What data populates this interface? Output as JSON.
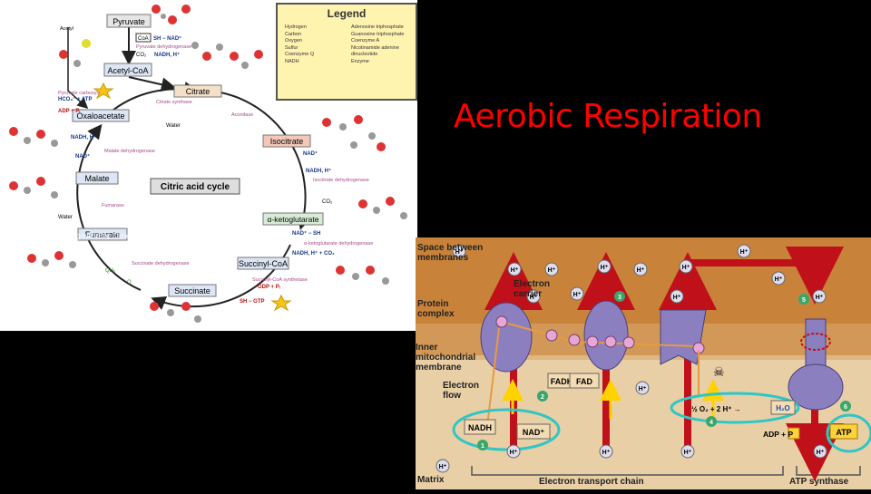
{
  "slide": {
    "title": "Aerobic Respiration",
    "url": "https://en.wikipedia.org/wiki/File:Citric_acid_cycle_noi.JPG"
  },
  "cycle": {
    "center_label": "Citric acid cycle",
    "nodes": {
      "pyruvate": "Pyruvate",
      "acetyl_coa": "Acetyl-CoA",
      "citrate": "Citrate",
      "isocitrate": "Isocitrate",
      "ketoglutarate": "α-ketoglutarate",
      "succinyl_coa": "Succinyl-CoA",
      "succinate": "Succinate",
      "fumarate": "Fumarate",
      "malate": "Malate",
      "oxaloacetate": "Oxaloacetate"
    },
    "labels": {
      "acetyl": "Acetyl",
      "coa": "CoA",
      "sh_nad": "SH − NAD⁺",
      "nadh_h": "NADH, H⁺",
      "co2": "CO₂",
      "water": "Water",
      "nadh_h_plus": "NADH, H⁺",
      "nad": "NAD⁺",
      "nadh_co2": "NADH, H⁺ + CO₂",
      "gdp_pi": "GDP + Pᵢ",
      "adp_pi": "ADP + Pᵢ",
      "hco3_atp": "HCO₃⁻ + ATP",
      "q": "Q",
      "qh2": "QH₂",
      "nad_sh": "NAD⁺ − SH",
      "sh_gtp": "SH − GTP"
    },
    "enzymes": {
      "pdh": "Pyruvate dehydrogenase",
      "citrate_synthase": "Citrate synthase",
      "aconitase": "Aconitase",
      "icdh": "Isocitrate dehydrogenase",
      "akgdh": "α-ketoglutarate dehydrogenase",
      "scs": "Succinyl-CoA synthetase",
      "sdh": "Succinate dehydrogenase",
      "fumarase": "Fumarase",
      "mdh": "Malate dehydrogenase",
      "pc": "Pyruvate carboxylase"
    },
    "legend": {
      "title": "Legend",
      "items": [
        "Hydrogen",
        "Carbon",
        "Oxygen",
        "Sulfur",
        "Coenzyme Q",
        "NADH",
        "Adenosine triphosphate",
        "Guanosine triphosphate",
        "Coenzyme A",
        "Nicotinamide adenine dinucleotide",
        "Enzyme"
      ]
    }
  },
  "etc": {
    "labels": {
      "space": "Space between membranes",
      "protein_complex": "Protein complex",
      "inner_membrane": "Inner mitochondrial membrane",
      "electron_carrier": "Electron carrier",
      "electron_flow": "Electron flow",
      "matrix": "Matrix",
      "etc_chain": "Electron transport chain",
      "atp_synthase": "ATP synthase",
      "nadh": "NADH",
      "nad": "NAD⁺",
      "fadh2": "FADH₂",
      "fad": "FAD",
      "h2o": "H₂O",
      "o2_eq": "½ O₂ + 2 H⁺ →",
      "adp_p": "ADP + P",
      "atp": "ATP",
      "h_plus": "H⁺"
    },
    "steps": [
      "1",
      "2",
      "3",
      "4",
      "5",
      "6"
    ],
    "colors": {
      "background": "#c9823a",
      "membrane": "#e8c99a",
      "proton_arrow": "#c0101a",
      "protein": "#8b7fbf",
      "highlight_ring": "#2fc6c6",
      "atp": "#ffd23a"
    }
  }
}
